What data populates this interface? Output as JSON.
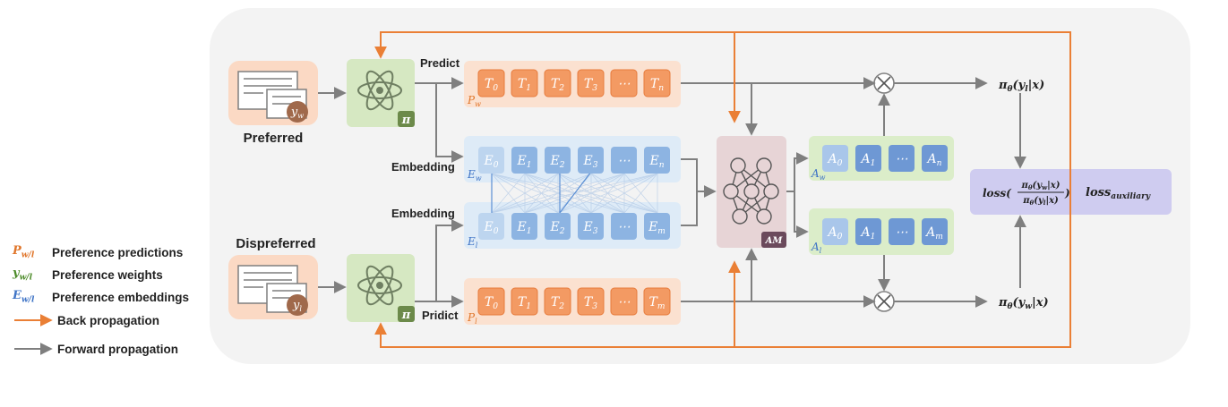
{
  "colors": {
    "orange_arrow": "#ea7f35",
    "gray_arrow": "#7f7f7f",
    "token_orange": "#f39a63",
    "token_orange_border": "#e77c3d",
    "pred_strip": "#fbe1d0",
    "emb_strip": "#deebf7",
    "emb_token": "#8db4e2",
    "emb_token_first": "#bdd5ef",
    "policy_box": "#d6e8c2",
    "weight_strip": "#dbedc9",
    "weight_token": "#6e98d4",
    "weight_token_first": "#a9c6ea",
    "am_box": "#e7d4d6",
    "loss_box": "#cfccf0",
    "panel_bg": "#f3f3f3",
    "doc_bg": "#fbd9c4",
    "pred_label": "#e0762b",
    "emb_label": "#3f74c6",
    "weight_label": "#4d8c2a"
  },
  "icons": {
    "policy": "atom-icon",
    "document": "document-icon",
    "attention_model": "neural-network-icon",
    "multiply": "circled-times-icon"
  },
  "labels": {
    "preferred": "Preferred",
    "dispreferred": "Dispreferred",
    "predict_top": "Predict",
    "predict_bottom": "Pridict",
    "embedding_top": "Embedding",
    "embedding_bottom": "Embedding",
    "policy_badge": "π",
    "am_badge": "AM",
    "doc_top_badge": "y_w",
    "doc_bottom_badge": "y_l",
    "strip_pw": "P_w",
    "strip_pl": "P_l",
    "strip_ew": "E_w",
    "strip_el": "E_l",
    "strip_aw": "A_w",
    "strip_al": "A_l"
  },
  "tokens": {
    "pred_top": [
      "T_0",
      "T_1",
      "T_2",
      "T_3",
      "⋯",
      "T_n"
    ],
    "pred_bottom": [
      "T_0",
      "T_1",
      "T_2",
      "T_3",
      "⋯",
      "T_m"
    ],
    "emb_top": [
      "E_0",
      "E_1",
      "E_2",
      "E_3",
      "⋯",
      "E_n"
    ],
    "emb_bottom": [
      "E_0",
      "E_1",
      "E_2",
      "E_3",
      "⋯",
      "E_m"
    ],
    "weight_top": [
      "A_0",
      "A_1",
      "⋯",
      "A_n"
    ],
    "weight_bottom": [
      "A_0",
      "A_1",
      "⋯",
      "A_m"
    ]
  },
  "outputs": {
    "top": "π_θ(y_l|x)",
    "bottom": "π_θ(y_w|x)",
    "loss_main_prefix": "loss(",
    "loss_frac_num": "π_θ(y_w|x)",
    "loss_frac_den": "π_θ(y_l|x)",
    "loss_main_suffix": ")",
    "loss_aux": "loss_auxiliary"
  },
  "legend": {
    "items": [
      {
        "key": "P",
        "sub": "w/l",
        "label": "Preference predictions",
        "color": "#e0762b"
      },
      {
        "key": "y",
        "sub": "w/l",
        "label": "Preference weights",
        "color": "#4d8c2a"
      },
      {
        "key": "E",
        "sub": "w/l",
        "label": "Preference embeddings",
        "color": "#3f74c6"
      }
    ],
    "back_propagation": "Back propagation",
    "forward_propagation": "Forward propagation"
  }
}
